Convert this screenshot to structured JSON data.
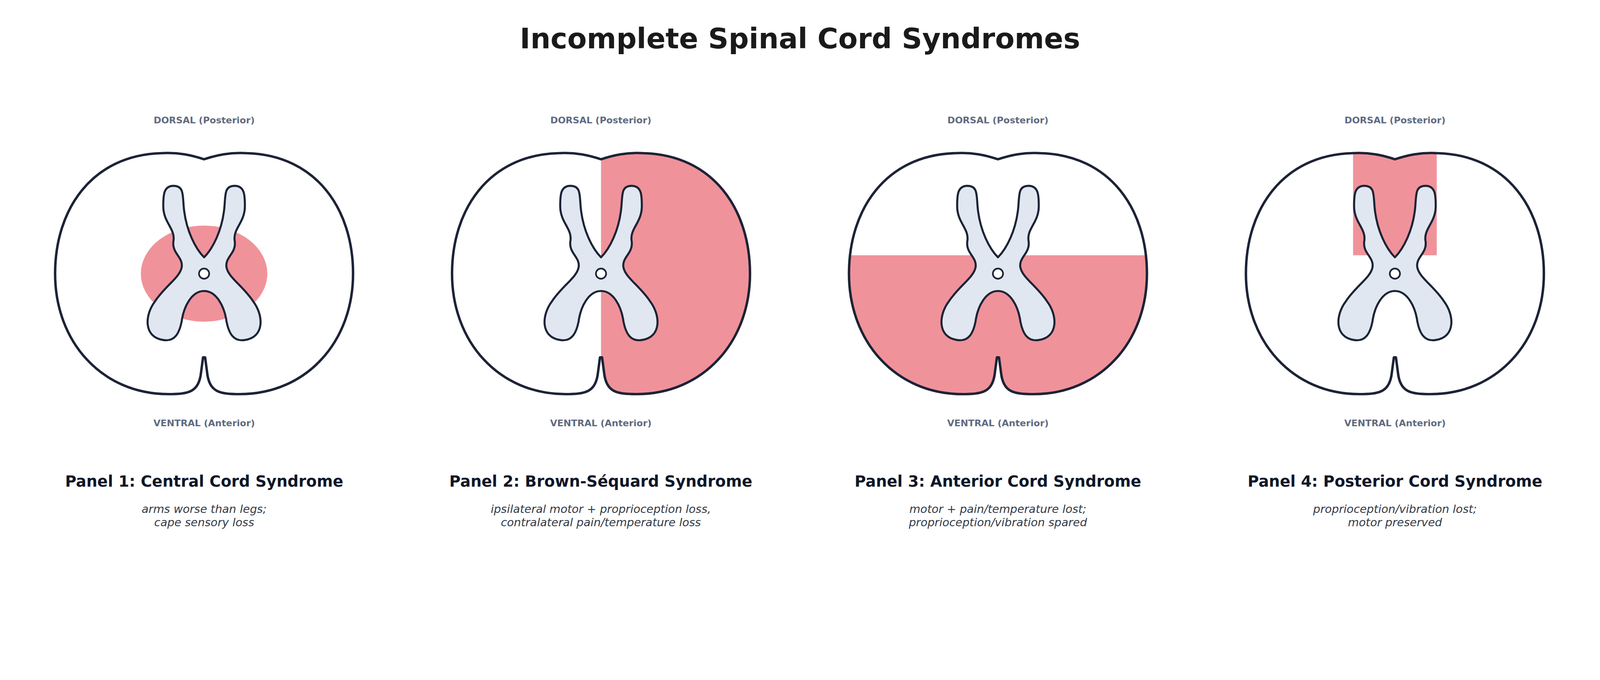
{
  "diagram": {
    "title": "Incomplete Spinal Cord Syndromes",
    "labels": [
      "DORSAL (Posterior)",
      "DORSAL (Posterior)",
      "DORSAL (Posterior)",
      "DORSAL (Posterior)",
      "VENTRAL (Anterior)",
      "VENTRAL (Anterior)",
      "VENTRAL (Anterior)",
      "VENTRAL (Anterior)",
      "Panel 1: Central Cord Syndrome",
      "Panel 2: Brown-Séquard Syndrome",
      "Panel 3: Anterior Cord Syndrome",
      "Panel 4: Posterior Cord Syndrome",
      "arms worse than legs; cape sensory loss",
      "ipsilateral motor + proprioception loss, contralateral pain/temperature loss",
      "motor + pain/temperature lost; proprioception/vibration spared",
      "proprioception/vibration lost; motor preserved"
    ]
  }
}
